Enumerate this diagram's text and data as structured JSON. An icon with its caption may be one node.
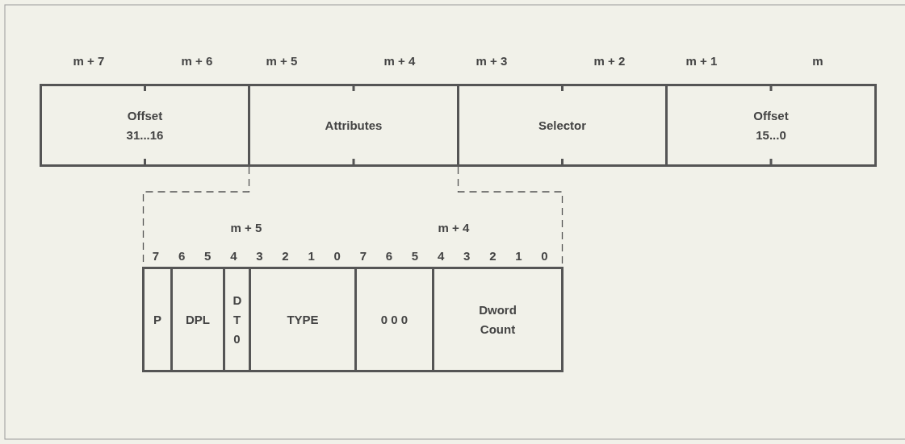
{
  "diagram": {
    "nodes": [
      {
        "text": [
          "Offset 31...16"
        ]
      },
      {
        "text": [
          "Attributes"
        ]
      },
      {
        "text": [
          "Selector"
        ]
      },
      {
        "text": [
          "Offset 15...0"
        ]
      },
      {
        "text": [],
        "shape": "box"
      },
      {
        "text": [
          "P"
        ],
        "in": 4
      },
      {
        "text": [
          "DPL"
        ],
        "in": 4
      },
      {
        "text": [
          "D T 0"
        ],
        "in": 4
      },
      {
        "text": [
          "TYPE"
        ],
        "in": 4
      },
      {
        "text": [
          "0 0 0"
        ],
        "in": 4
      },
      {
        "text": [
          "Dword Count"
        ],
        "in": 4
      }
    ],
    "edges": [
      {
        "from": 1,
        "to": 4,
        "arrow": "none",
        "style": "dashed"
      },
      {
        "from": 1,
        "to": 4,
        "arrow": "none",
        "style": "dashed"
      }
    ],
    "labels": [
      "m + 7",
      "m + 6",
      "m + 5",
      "m + 4",
      "m + 3",
      "m + 2",
      "m + 1",
      "m",
      "m + 5",
      "m + 4",
      "7",
      "6",
      "5",
      "4",
      "3",
      "2",
      "1",
      "0",
      "7",
      "6",
      "5",
      "4",
      "3",
      "2",
      "1",
      "0"
    ]
  }
}
